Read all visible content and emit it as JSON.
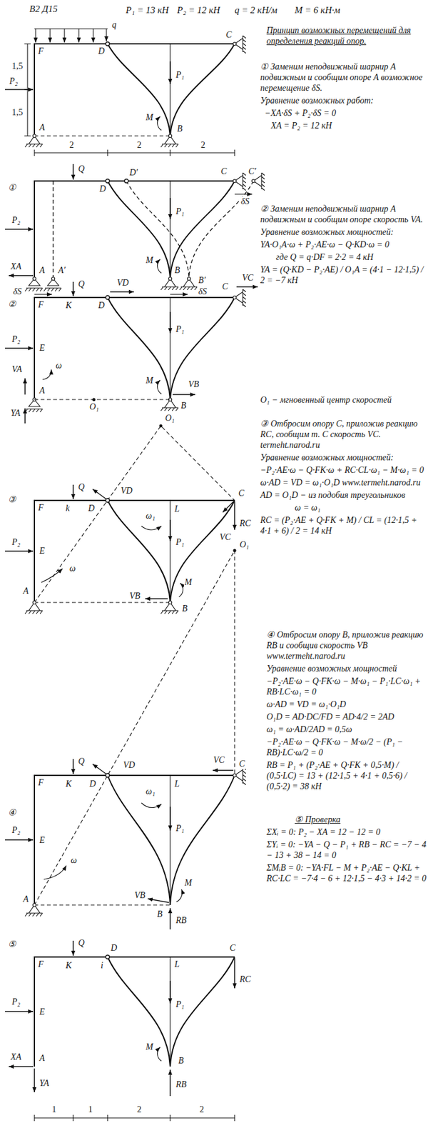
{
  "diagram": {
    "labels": [
      "В2 Д15",
      "P₁ = 13 кН",
      "P₂ = 12 кН",
      "q = 2 кН/м",
      "M = 6 кН·м",
      "Принцип возможных перемещений для определения реакций опор.",
      "q",
      "F",
      "D",
      "C",
      "1,5",
      "1,5",
      "P₂",
      "A",
      "P₁",
      "M",
      "B",
      "2",
      "2",
      "2",
      "① Заменим неподвижный шарнир A подвижным и сообщим опоре A возможное перемещение δS.",
      "Уравнение возможных работ:",
      "−XA·δS + P₂·δS = 0",
      "XA = P₂ = 12 кН",
      "①",
      "Q",
      "D",
      "D′",
      "C",
      "C′",
      "δS",
      "P₂",
      "XA",
      "A",
      "A′",
      "δS",
      "P₁",
      "M",
      "B",
      "B′",
      "δS",
      "② Заменим неподвижный шарнир A подвижным и сообщим опоре скорость VA.",
      "Уравнение возможных мощностей:",
      "YA·O₁A·ω + P₂·AE·ω − Q·KD·ω = 0",
      "где Q = q·DF = 2·2 = 4 кН",
      "YA = (Q·KD − P₂·AE) / O₁A = (4·1 − 12·1,5) / 2 = −7 кН",
      "②",
      "F",
      "Q",
      "K",
      "D",
      "VD",
      "C",
      "VC",
      "P₂",
      "E",
      "ω",
      "VA",
      "A",
      "YA",
      "O₁",
      "P₁",
      "M",
      "VB",
      "B",
      "O₁ − мгновенный центр скоростей",
      "③ Отбросим опору C, приложив реакцию RC, сообщим т. C скорость VC. termeht.narod.ru",
      "Уравнение возможных мощностей:",
      "−P₂·AE·ω − Q·FK·ω + RC·CL·ω₁ − M·ω₁ = 0",
      "ω·AD = VD = ω₁·O₁D www.termeht.narod.ru",
      "AD = O₁D − из подобия треугольников",
      "ω = ω₁",
      "RC = (P₂·AE + Q·FK + M) / CL = (12·1,5 + 4·1 + 6) / 2 = 14 кН",
      "O₁",
      "③",
      "F",
      "Q",
      "k",
      "VD",
      "D",
      "L",
      "C",
      "ω₁",
      "RC",
      "VC",
      "P₂",
      "E",
      "ω",
      "P₁",
      "M",
      "VB",
      "B",
      "A",
      "O₁",
      "④",
      "F",
      "K",
      "Q",
      "VD",
      "D",
      "ω₁",
      "L",
      "VC",
      "C",
      "P₂",
      "E",
      "ω",
      "P₁",
      "VB",
      "M",
      "B",
      "RB",
      "A",
      "④ Отбросим опору B, приложив реакцию RB и сообщив скорость VB www.termeht.narod.ru",
      "Уравнение возможных мощностей",
      "−P₂·AE·ω − Q·FK·ω − M·ω₁ − P₁·LC·ω₁ + RB·LC·ω₁ = 0",
      "ω·AD = VD = ω₁·O₁D",
      "O₁D = AD·DC/FD = AD·4/2 = 2AD",
      "ω₁ = ω·AD/2AD = 0,5ω",
      "−P₂·AE·ω − Q·FK·ω − M·ω/2 − (P₁ − RB)·LC·ω/2 = 0",
      "RB = P₁ + (P₂·AE + Q·FK + 0,5·M) / (0,5·LC) = 13 + (12·1,5 + 4·1 + 0,5·6) / (0,5·2) = 38 кН",
      "⑤ Проверка",
      "ΣXᵢ = 0: P₂ − XA = 12 − 12 = 0",
      "ΣYᵢ = 0: −YA − Q − P₁ + RB − RC = −7 − 4 − 13 + 38 − 14 = 0",
      "ΣMᵢB = 0: −YA·FL − M + P₂·AE − Q·KL + RC·LC = −7·4 − 6 + 12·1,5 − 4·3 + 14·2 = 0",
      "⑤",
      "F",
      "Q",
      "K",
      "D",
      "i",
      "C",
      "L",
      "RC",
      "P₂",
      "E",
      "P₁",
      "XA",
      "A",
      "YA",
      "M",
      "B",
      "RB",
      "1",
      "1",
      "2",
      "2"
    ]
  }
}
